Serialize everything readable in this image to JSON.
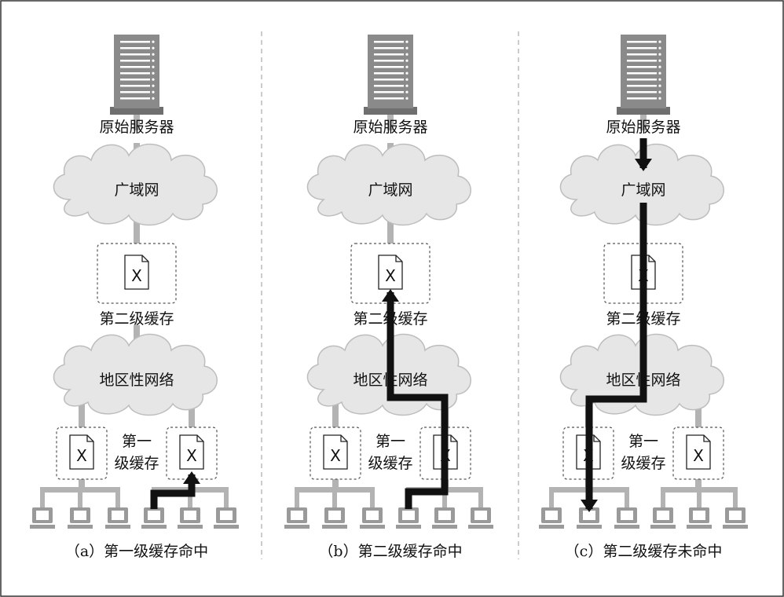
{
  "panels": [
    {
      "id": "a",
      "server_label": "原始服务器",
      "wan_label": "广域网",
      "l2_label": "第二级缓存",
      "lan_label": "地区性网络",
      "l1_label_line1": "第一",
      "l1_label_line2": "级缓存",
      "file_mark": "X",
      "caption": "（a）第一级缓存命中"
    },
    {
      "id": "b",
      "server_label": "原始服务器",
      "wan_label": "广域网",
      "l2_label": "第二级缓存",
      "lan_label": "地区性网络",
      "l1_label_line1": "第一",
      "l1_label_line2": "级缓存",
      "file_mark": "X",
      "caption": "（b）第二级缓存命中"
    },
    {
      "id": "c",
      "server_label": "原始服务器",
      "wan_label": "广域网",
      "l2_label": "第二级缓存",
      "lan_label": "地区性网络",
      "l1_label_line1": "第一",
      "l1_label_line2": "级缓存",
      "file_mark": "X",
      "caption": "（c）第二级缓存未命中"
    }
  ],
  "colors": {
    "server": "#8a8a8a",
    "server_dark": "#6f6f6f",
    "cloud": "#e6e6e6",
    "cloud_stroke": "#bdbdbd",
    "link": "#b3b3b3",
    "arrow": "#111111",
    "frame": "#333333",
    "divider": "#aaaaaa"
  }
}
